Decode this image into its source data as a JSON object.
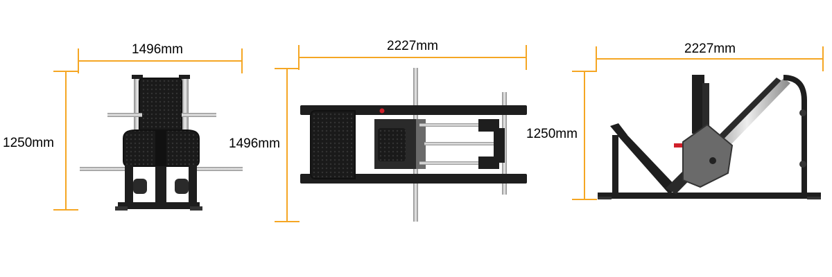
{
  "front_view": {
    "width_label": "1496mm",
    "height_label": "1250mm"
  },
  "top_view": {
    "length_label": "2227mm",
    "width_label": "1496mm"
  },
  "side_view": {
    "length_label": "2227mm",
    "height_label": "1250mm"
  },
  "colors": {
    "dimension_line": "#F5A623",
    "frame": "#1e1e1e",
    "chrome": "#c8c8c8",
    "plate_gray": "#6a6a6a",
    "accent_red": "#d0202a"
  }
}
